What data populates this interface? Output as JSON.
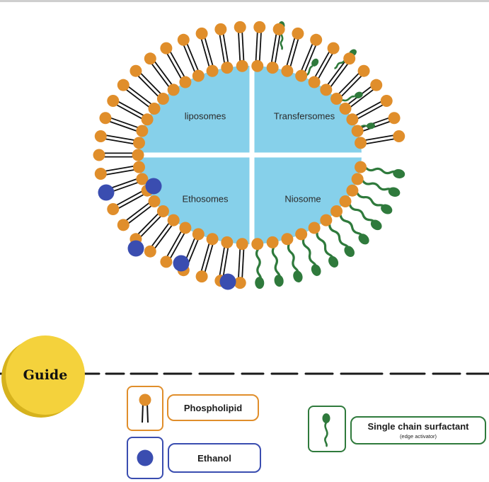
{
  "diagram": {
    "quadrants": {
      "top_left": "liposomes",
      "top_right": "Transfersomes",
      "bottom_left": "Ethosomes",
      "bottom_right": "Niosome"
    }
  },
  "guide": {
    "title": "Guide",
    "items": [
      {
        "key": "phospholipid",
        "label": "Phospholipid",
        "sub": ""
      },
      {
        "key": "ethanol",
        "label": "Ethanol",
        "sub": ""
      },
      {
        "key": "surfactant",
        "label": "Single chain surfactant",
        "sub": "(edge activator)"
      }
    ]
  },
  "colors": {
    "core": "#86d0ea",
    "phospholipid_head": "#e08e2b",
    "ethanol": "#3a4db0",
    "surfactant": "#2f7a3c",
    "badge": "#f4d23c"
  }
}
